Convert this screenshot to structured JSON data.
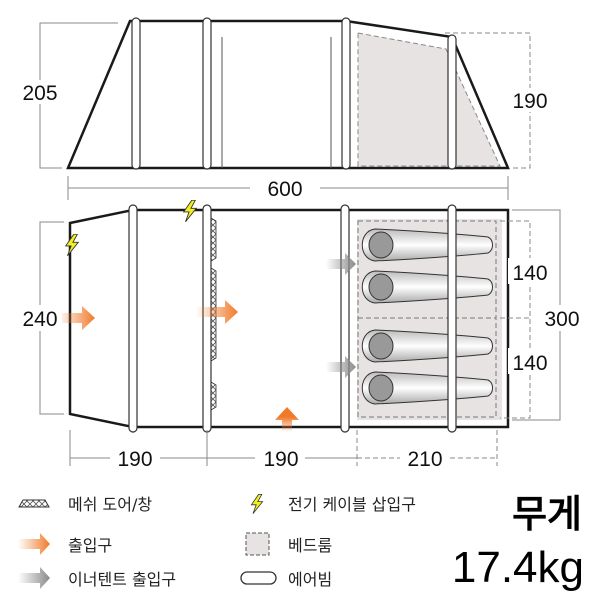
{
  "side_view": {
    "height_front": "205",
    "height_bedroom": "190",
    "length": "600"
  },
  "plan_view": {
    "width_front": "240",
    "width_total": "300",
    "bedroom_width_1": "140",
    "bedroom_width_2": "140",
    "section_1": "190",
    "section_2": "190",
    "section_3": "210"
  },
  "legend": {
    "mesh": "메쉬 도어/창",
    "electric": "전기 케이블 삽입구",
    "entrance": "출입구",
    "bedroom": "베드룸",
    "inner_entrance": "이너텐트 출입구",
    "airbeam": "에어빔"
  },
  "weight": {
    "label": "무게",
    "value": "17.4kg"
  },
  "colors": {
    "entrance": "#f07a2a",
    "inner_entrance": "#8a8a8a",
    "bedroom": "#e8e3e3",
    "electric": "#f2f020",
    "outline": "#1a1a1a"
  }
}
